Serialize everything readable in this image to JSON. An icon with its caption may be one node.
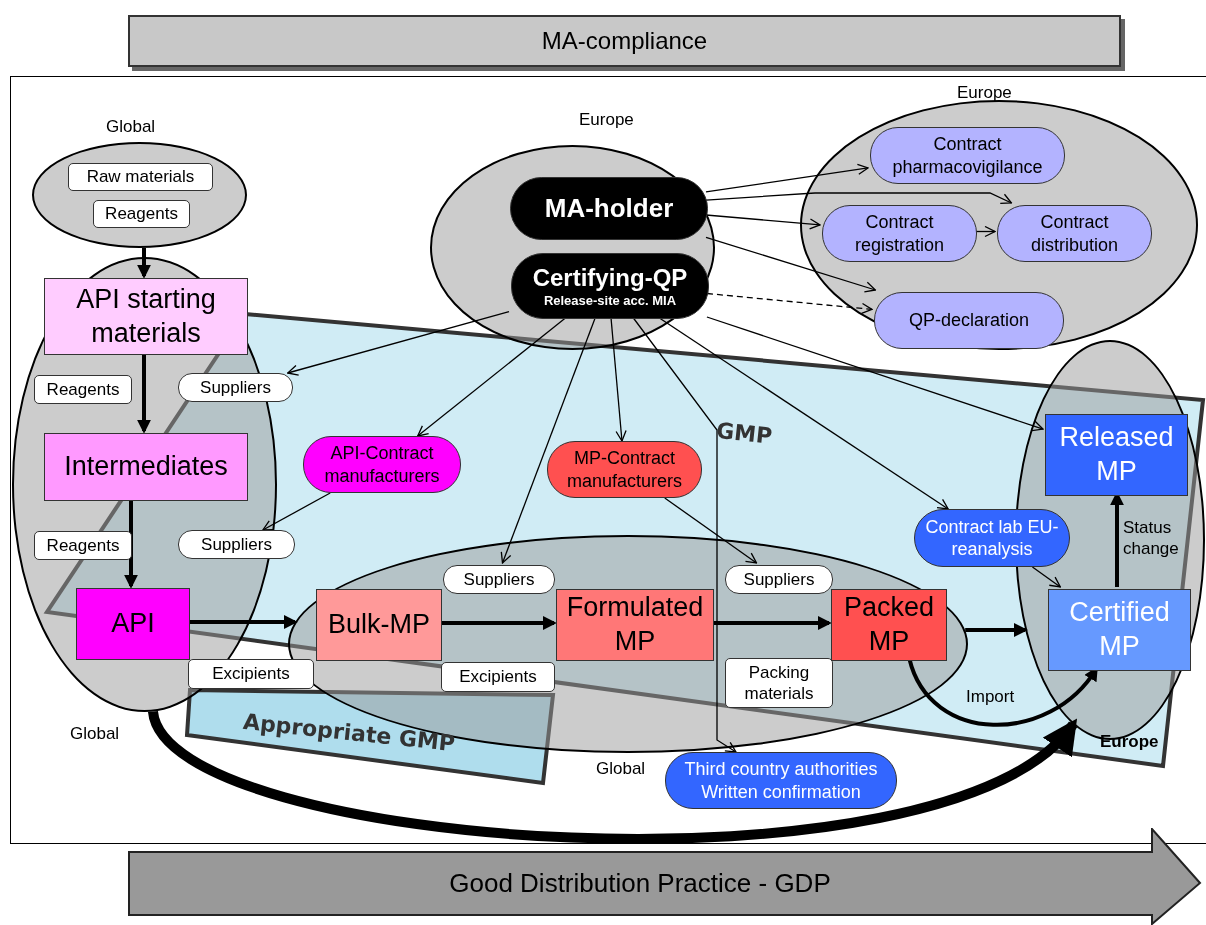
{
  "diagram": {
    "nodes": [
      {
        "text": [
          "MA-compliance"
        ]
      },
      {
        "text": [
          "Global"
        ]
      },
      {
        "text": [
          "Raw materials"
        ],
        "in": 1
      },
      {
        "text": [
          "Reagents"
        ],
        "in": 1
      },
      {
        "text": [
          "Global"
        ]
      },
      {
        "text": [
          "API starting materials"
        ],
        "in": 4
      },
      {
        "text": [
          "Reagents"
        ],
        "in": 4
      },
      {
        "text": [
          "Intermediates"
        ],
        "in": 4
      },
      {
        "text": [
          "Reagents"
        ],
        "in": 4
      },
      {
        "text": [
          "API"
        ],
        "in": 4
      },
      {
        "text": [
          "Europe"
        ]
      },
      {
        "text": [
          "MA-holder"
        ],
        "in": 10
      },
      {
        "text": [
          "Certifying-QP",
          "Release-site acc. MIA"
        ],
        "in": 10
      },
      {
        "text": [
          "Europe"
        ]
      },
      {
        "text": [
          "Contract pharmacovigilance"
        ],
        "in": 13
      },
      {
        "text": [
          "Contract registration"
        ],
        "in": 13
      },
      {
        "text": [
          "Contract distribution"
        ],
        "in": 13
      },
      {
        "text": [
          "QP-declaration"
        ],
        "in": 13
      },
      {
        "text": [
          "Suppliers"
        ]
      },
      {
        "text": [
          "API-Contract manufacturers"
        ]
      },
      {
        "text": [
          "Suppliers"
        ]
      },
      {
        "text": [
          "MP-Contract manufacturers"
        ]
      },
      {
        "text": [],
        "shape": "ellipse"
      },
      {
        "text": [
          "Bulk-MP"
        ],
        "in": 22
      },
      {
        "text": [
          "Suppliers"
        ],
        "in": 22
      },
      {
        "text": [
          "Excipients"
        ],
        "in": 22
      },
      {
        "text": [
          "Formulated MP"
        ],
        "in": 22
      },
      {
        "text": [
          "Suppliers"
        ],
        "in": 22
      },
      {
        "text": [
          "Packing materials"
        ],
        "in": 22
      },
      {
        "text": [
          "Packed MP"
        ],
        "in": 22
      },
      {
        "text": [
          "Excipients"
        ]
      },
      {
        "text": [
          "Contract lab EU-reanalysis"
        ]
      },
      {
        "text": [
          "Europe"
        ]
      },
      {
        "text": [
          "Released MP"
        ],
        "in": 32
      },
      {
        "text": [
          "Certified MP"
        ],
        "in": 32
      },
      {
        "text": [
          "Third country authorities Written confirmation"
        ]
      },
      {
        "text": [
          "Good Distribution Practice - GDP"
        ]
      }
    ],
    "edges": [
      {
        "from": 1,
        "to": 5,
        "arrow": "to",
        "style": "thick"
      },
      {
        "from": 5,
        "to": 7,
        "arrow": "to",
        "style": "thick"
      },
      {
        "from": 7,
        "to": 9,
        "arrow": "to",
        "style": "thick"
      },
      {
        "from": 9,
        "to": 22,
        "arrow": "to",
        "style": "thick"
      },
      {
        "from": 23,
        "to": 26,
        "arrow": "to",
        "style": "thick"
      },
      {
        "from": 26,
        "to": 29,
        "arrow": "to",
        "style": "thick"
      },
      {
        "from": 22,
        "to": 32,
        "arrow": "to",
        "style": "thick"
      },
      {
        "from": 29,
        "to": 34,
        "arrow": "to",
        "style": "thick",
        "label": "Import"
      },
      {
        "from": 34,
        "to": 33,
        "arrow": "to",
        "style": "thick",
        "label": "Status change"
      },
      {
        "from": 4,
        "to": 32,
        "arrow": "to",
        "style": "thick"
      },
      {
        "from": 11,
        "to": 14,
        "arrow": "to"
      },
      {
        "from": 11,
        "to": 15,
        "arrow": "to"
      },
      {
        "from": 11,
        "to": 16,
        "arrow": "to"
      },
      {
        "from": 11,
        "to": 17,
        "arrow": "to"
      },
      {
        "from": 15,
        "to": 16,
        "arrow": "to"
      },
      {
        "from": 12,
        "to": 17,
        "arrow": "to",
        "style": "dashed"
      },
      {
        "from": 12,
        "to": 18,
        "arrow": "to"
      },
      {
        "from": 12,
        "to": 19,
        "arrow": "to"
      },
      {
        "from": 12,
        "to": 24,
        "arrow": "to"
      },
      {
        "from": 12,
        "to": 21,
        "arrow": "to"
      },
      {
        "from": 12,
        "to": 35,
        "arrow": "to"
      },
      {
        "from": 19,
        "to": 20,
        "arrow": "to"
      },
      {
        "from": 21,
        "to": 27,
        "arrow": "to"
      },
      {
        "from": 12,
        "to": 33,
        "arrow": "to"
      },
      {
        "from": 12,
        "to": 31,
        "arrow": "to"
      },
      {
        "from": 31,
        "to": 34,
        "arrow": "to"
      }
    ],
    "labels": [
      "GMP",
      "Appropriate GMP",
      "Global"
    ]
  }
}
